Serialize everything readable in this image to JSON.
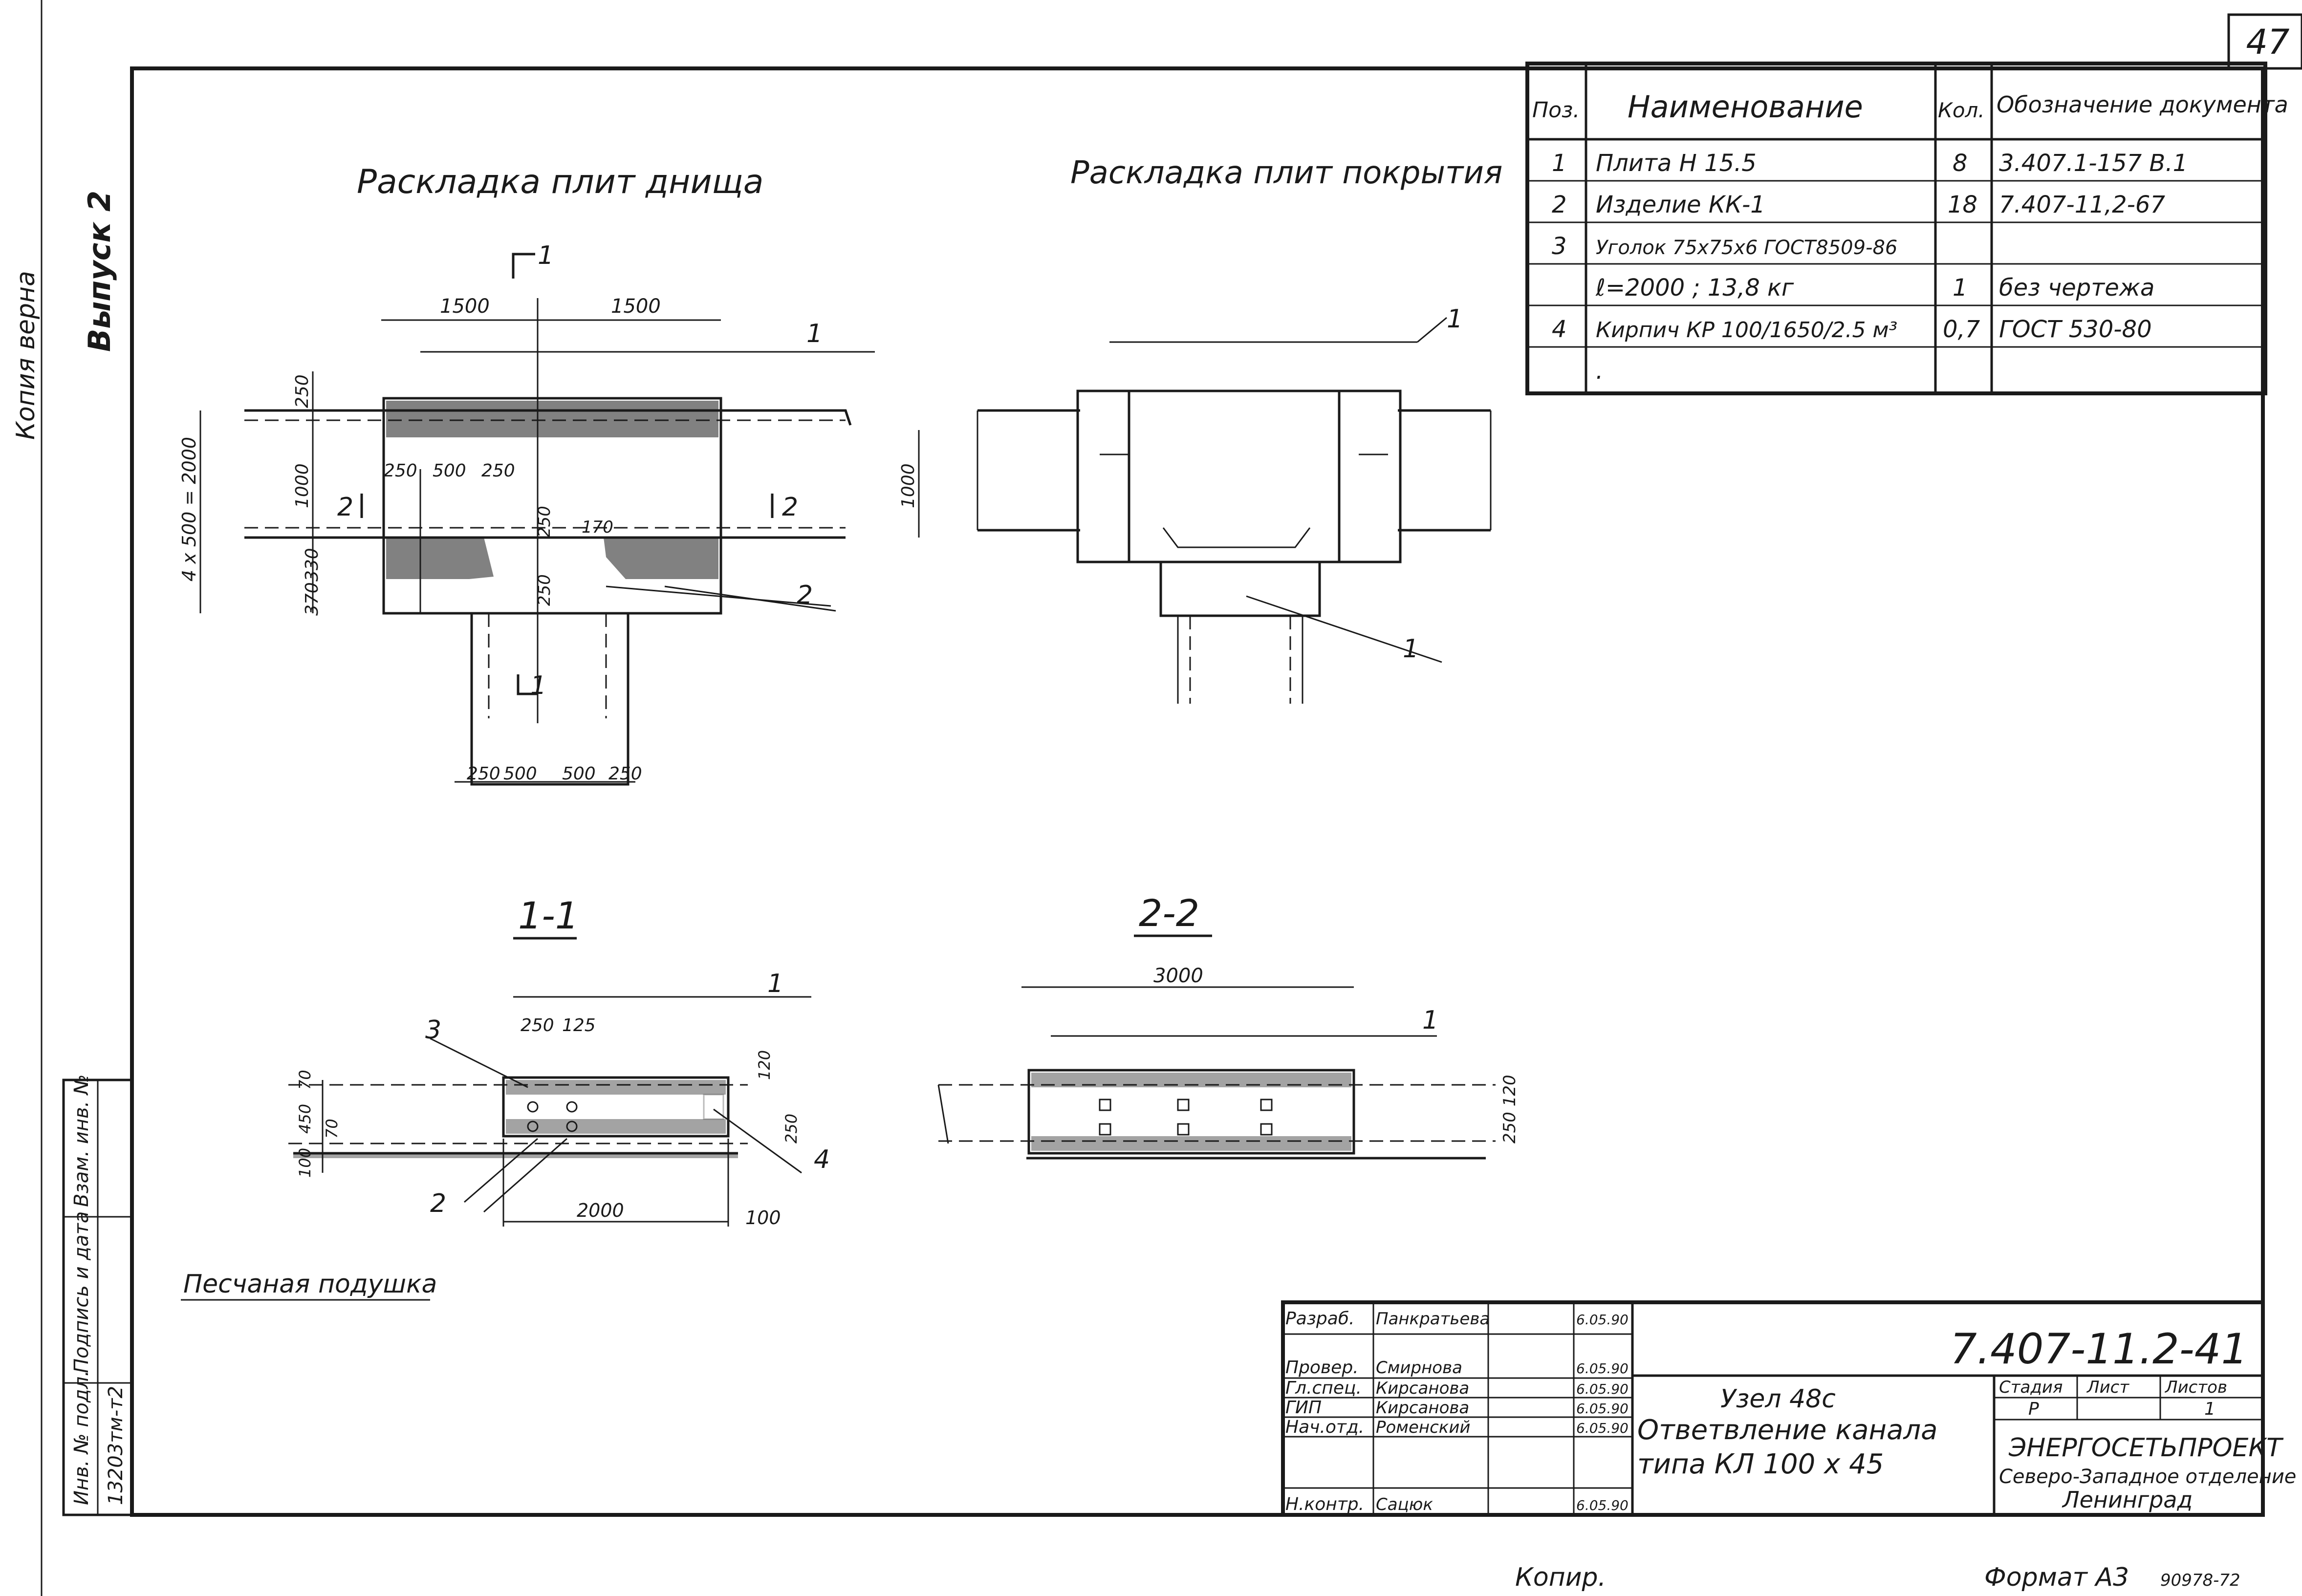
{
  "page_number": "47",
  "edge": {
    "copy_note": "Копия верна",
    "issue": "Выпуск 2"
  },
  "views": {
    "bottom_slabs_title": "Раскладка плит днища",
    "cover_slabs_title": "Раскладка плит покрытия",
    "section_1_title": "1-1",
    "section_2_title": "2-2",
    "sand_cushion": "Песчаная подушка"
  },
  "dims": {
    "d1500a": "1500",
    "d1500b": "1500",
    "d250top": "250",
    "d1000left": "1000",
    "d330": "330",
    "d370": "370",
    "d4x500": "4 x 500 = 2000",
    "d250a": "250",
    "d500": "500",
    "d250b": "250",
    "d250v1": "250",
    "d250v2": "250",
    "d170": "170",
    "d1000right": "1000",
    "b250a": "250",
    "b500a": "500",
    "b500b": "500",
    "b250b": "250",
    "s250": "250",
    "s125": "125",
    "s70a": "70",
    "s450": "450",
    "s70b": "70",
    "s100": "100",
    "s120": "120",
    "s250r": "250",
    "s2000": "2000",
    "s100r": "100",
    "s3000": "3000",
    "s250_120": "250 120"
  },
  "marks": {
    "sec1": "1",
    "sec1b": "1",
    "sec2l": "2",
    "sec2r": "2",
    "p1a": "1",
    "p2a": "2",
    "p1b": "1",
    "p1c": "1",
    "p3": "3",
    "p2b": "2",
    "p4": "4",
    "p1d": "1",
    "p1e": "1"
  },
  "spec": {
    "headers": {
      "pos": "Поз.",
      "name": "Наименование",
      "qty": "Кол.",
      "doc": "Обозначение документа"
    },
    "rows": [
      {
        "pos": "1",
        "name": "Плита Н 15.5",
        "qty": "8",
        "doc": "3.407.1-157 В.1"
      },
      {
        "pos": "2",
        "name": "Изделие КК-1",
        "qty": "18",
        "doc": "7.407-11,2-67"
      },
      {
        "pos": "3",
        "name": "Уголок 75x75x6 ГОСТ8509-86",
        "qty": "",
        "doc": ""
      },
      {
        "pos": "",
        "name": "ℓ=2000 ; 13,8 кг",
        "qty": "1",
        "doc": "без чертежа"
      },
      {
        "pos": "4",
        "name": "Кирпич КР 100/1650/2.5 м³",
        "qty": "0,7",
        "doc": "ГОСТ 530-80"
      },
      {
        "pos": "",
        "name": ".",
        "qty": "",
        "doc": ""
      }
    ]
  },
  "side_stamp": {
    "inv_orig": "Инв. № подл.",
    "sign_date": "Подпись и дата",
    "inv_repl": "Взам. инв. №",
    "inv_number": "13203тм-т2"
  },
  "title_block": {
    "roles": [
      {
        "role": "Разраб.",
        "name": "Панкратьева",
        "date": "6.05.90"
      },
      {
        "role": "Провер.",
        "name": "Смирнова",
        "date": "6.05.90"
      },
      {
        "role": "Гл.спец.",
        "name": "Кирсанова",
        "date": "6.05.90"
      },
      {
        "role": "ГИП",
        "name": "Кирсанова",
        "date": "6.05.90"
      },
      {
        "role": "Нач.отд.",
        "name": "Роменский",
        "date": "6.05.90"
      },
      {
        "role": "Н.контр.",
        "name": "Сацюк",
        "date": "6.05.90"
      }
    ],
    "doc_code": "7.407-11.2-41",
    "title_line1": "Узел 48с",
    "title_line2": "Ответвление канала",
    "title_line3": "типа КЛ 100 x 45",
    "stage_label": "Стадия",
    "sheet_label": "Лист",
    "sheets_label": "Листов",
    "stage": "Р",
    "sheets": "1",
    "org_name": "ЭНЕРГОСЕТЬПРОЕКТ",
    "org_branch": "Северо-Западное отделение",
    "org_city": "Ленинград"
  },
  "footer": {
    "copied": "Копир.",
    "format": "Формат А3",
    "code": "90978-72"
  }
}
